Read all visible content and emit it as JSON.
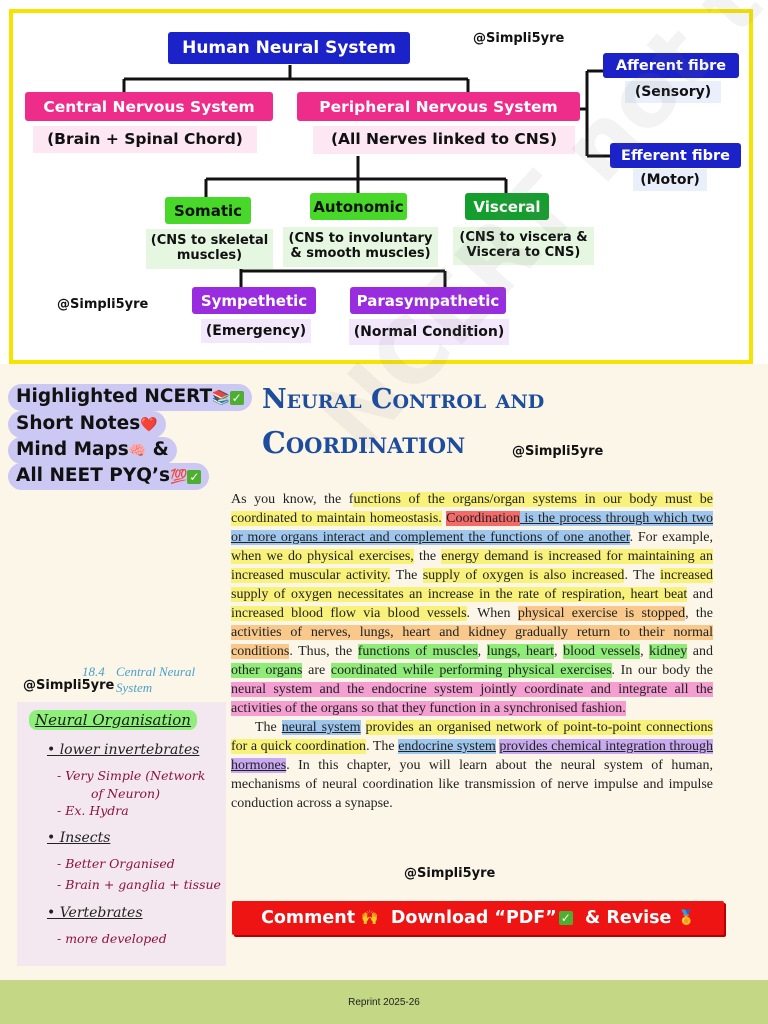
{
  "colors": {
    "blue": "#1b22c8",
    "pink": "#ee2c8a",
    "green_light": "#48d82a",
    "green_dark": "#149e2e",
    "purple": "#9a2ce0",
    "yellow_border": "#f5e400",
    "title_blue": "#1e4d9d",
    "banner_red": "#ee1414"
  },
  "mindmap": {
    "root": "Human Neural System",
    "credit_top": "@Simpli5yre",
    "credit_left": "@Simpli5yre",
    "cns": {
      "label": "Central Nervous System",
      "sub": "(Brain + Spinal Chord)"
    },
    "pns": {
      "label": "Peripheral Nervous System",
      "sub": "(All Nerves linked to CNS)"
    },
    "afferent": {
      "label": "Afferent fibre",
      "sub": "(Sensory)"
    },
    "efferent": {
      "label": "Efferent fibre",
      "sub": "(Motor)"
    },
    "somatic": {
      "label": "Somatic",
      "sub1": "(CNS to skeletal",
      "sub2": "muscles)"
    },
    "autonomic": {
      "label": "Autonomic",
      "sub1": "(CNS to involuntary",
      "sub2": "& smooth muscles)"
    },
    "visceral": {
      "label": "Visceral",
      "sub1": "(CNS to viscera &",
      "sub2": "Viscera to CNS)"
    },
    "sympathetic": {
      "label": "Sympethetic",
      "sub": "(Emergency)"
    },
    "parasympathetic": {
      "label": "Parasympathetic",
      "sub": "(Normal Condition)"
    }
  },
  "promo": {
    "line1": "Highlighted NCERT",
    "line1_icon": "📚",
    "line2": "Short Notes",
    "line2_icon": "❤️",
    "line3": "Mind Maps",
    "line3_icon": "🧠",
    "line3_suffix": "&",
    "line4": "All NEET PYQ’s",
    "line4_icon": "💯",
    "check": "✓"
  },
  "chapter": {
    "title_line1": "Neural Control and",
    "title_line2": "Coordination",
    "credit": "@Simpli5yre"
  },
  "section": {
    "number": "18.4",
    "title_1": "Central Neural",
    "title_2": "System"
  },
  "credit_mid": "@Simpli5yre",
  "credit_bottom": "@Simpli5yre",
  "watermark": "NCERT not to be republished",
  "para1": [
    {
      "t": "As you know, the f",
      "h": ""
    },
    {
      "t": "unctions of the organs/organ systems in our body must be coordinated to maintain homeostasis.",
      "h": "y"
    },
    {
      "t": " ",
      "h": ""
    },
    {
      "t": "Coordination",
      "h": "r"
    },
    {
      "t": " is the process through which two or more organs interact and complement the functions of one another",
      "h": "b"
    },
    {
      "t": ". For example, ",
      "h": ""
    },
    {
      "t": "when we do physical exercises,",
      "h": "y"
    },
    {
      "t": " the ",
      "h": ""
    },
    {
      "t": "energy demand is increased for maintaining an increased muscular activity.",
      "h": "y"
    },
    {
      "t": " The ",
      "h": ""
    },
    {
      "t": "supply of oxygen is also increased",
      "h": "y"
    },
    {
      "t": ". The ",
      "h": ""
    },
    {
      "t": "increased supply of oxygen necessitates an increase in the rate of respiration, heart beat",
      "h": "y"
    },
    {
      "t": " and ",
      "h": ""
    },
    {
      "t": "increased blood flow via blood vessels",
      "h": "y"
    },
    {
      "t": ". When ",
      "h": ""
    },
    {
      "t": "physical exercise is stopped",
      "h": "o"
    },
    {
      "t": ", the ",
      "h": ""
    },
    {
      "t": "activities of nerves, lungs, heart and kidney gradually return to their normal conditions",
      "h": "o"
    },
    {
      "t": ". Thus, the ",
      "h": ""
    },
    {
      "t": "functions of muscles",
      "h": "g"
    },
    {
      "t": ", ",
      "h": ""
    },
    {
      "t": "lungs, heart",
      "h": "g"
    },
    {
      "t": ", ",
      "h": ""
    },
    {
      "t": "blood vessels",
      "h": "g"
    },
    {
      "t": ", ",
      "h": ""
    },
    {
      "t": "kidney",
      "h": "g"
    },
    {
      "t": " and ",
      "h": ""
    },
    {
      "t": "other organs",
      "h": "g"
    },
    {
      "t": " are ",
      "h": ""
    },
    {
      "t": "coordinated while performing physical exercises",
      "h": "g"
    },
    {
      "t": ". In our body the ",
      "h": ""
    },
    {
      "t": "neural system and the endocrine system jointly coordinate and integrate all the activities of the organs so that they function in a synchronised fashion.",
      "h": "p"
    }
  ],
  "para2": [
    {
      "t": "The ",
      "h": ""
    },
    {
      "t": "neural system",
      "h": "b"
    },
    {
      "t": " ",
      "h": ""
    },
    {
      "t": "provides an organised network of point-to-point connections for a quick coordination",
      "h": "y"
    },
    {
      "t": ". The ",
      "h": ""
    },
    {
      "t": "endocrine system",
      "h": "b"
    },
    {
      "t": " ",
      "h": ""
    },
    {
      "t": "provides chemical integration through hormones",
      "h": "v"
    },
    {
      "t": ". In this chapter, you will learn about the neural system of human, mechanisms of neural coordination like transmission of nerve impulse and impulse conduction across a synapse.",
      "h": ""
    }
  ],
  "notes": {
    "heading": "Neural Organisation",
    "g1": "• lower invertebrates",
    "g1_a": "- Very Simple (Network",
    "g1_b": "of Neuron)",
    "g1_c": "- Ex. Hydra",
    "g2": "• Insects",
    "g2_a": "- Better Organised",
    "g2_b": "- Brain + ganglia + tissue",
    "g3": "• Vertebrates",
    "g3_a": "- more developed"
  },
  "banner": {
    "part1": "Comment",
    "icon1": "🙌",
    "part2": "Download “PDF”",
    "check": "✓",
    "part3": "& Revise",
    "icon3": "🏅"
  },
  "footer": "Reprint 2025-26"
}
